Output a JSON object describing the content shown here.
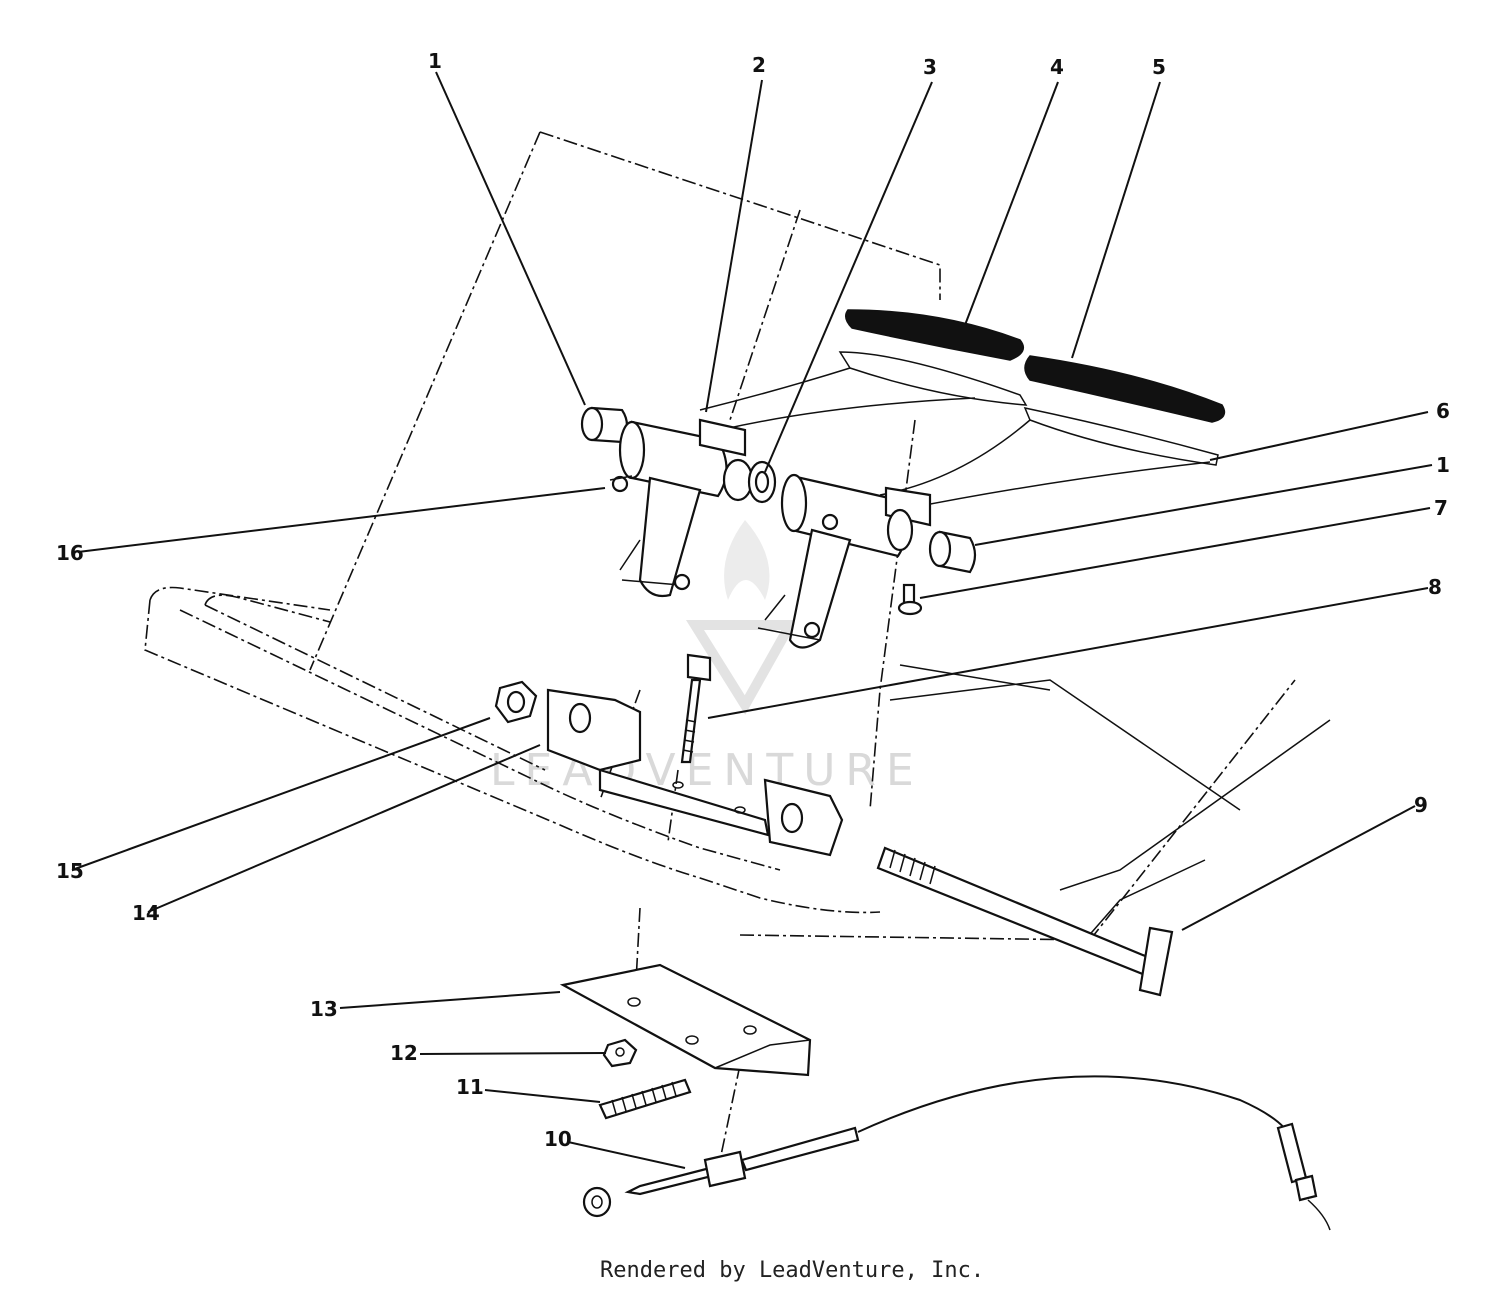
{
  "callouts": [
    {
      "id": "c1a",
      "text": "1"
    },
    {
      "id": "c2",
      "text": "2"
    },
    {
      "id": "c3",
      "text": "3"
    },
    {
      "id": "c4",
      "text": "4"
    },
    {
      "id": "c5",
      "text": "5"
    },
    {
      "id": "c6",
      "text": "6"
    },
    {
      "id": "c1b",
      "text": "1"
    },
    {
      "id": "c7",
      "text": "7"
    },
    {
      "id": "c8",
      "text": "8"
    },
    {
      "id": "c9",
      "text": "9"
    },
    {
      "id": "c10",
      "text": "10"
    },
    {
      "id": "c11",
      "text": "11"
    },
    {
      "id": "c12",
      "text": "12"
    },
    {
      "id": "c13",
      "text": "13"
    },
    {
      "id": "c14",
      "text": "14"
    },
    {
      "id": "c15",
      "text": "15"
    },
    {
      "id": "c16",
      "text": "16"
    }
  ],
  "watermark": "LEADVENTURE",
  "credit": "Rendered by LeadVenture, Inc."
}
